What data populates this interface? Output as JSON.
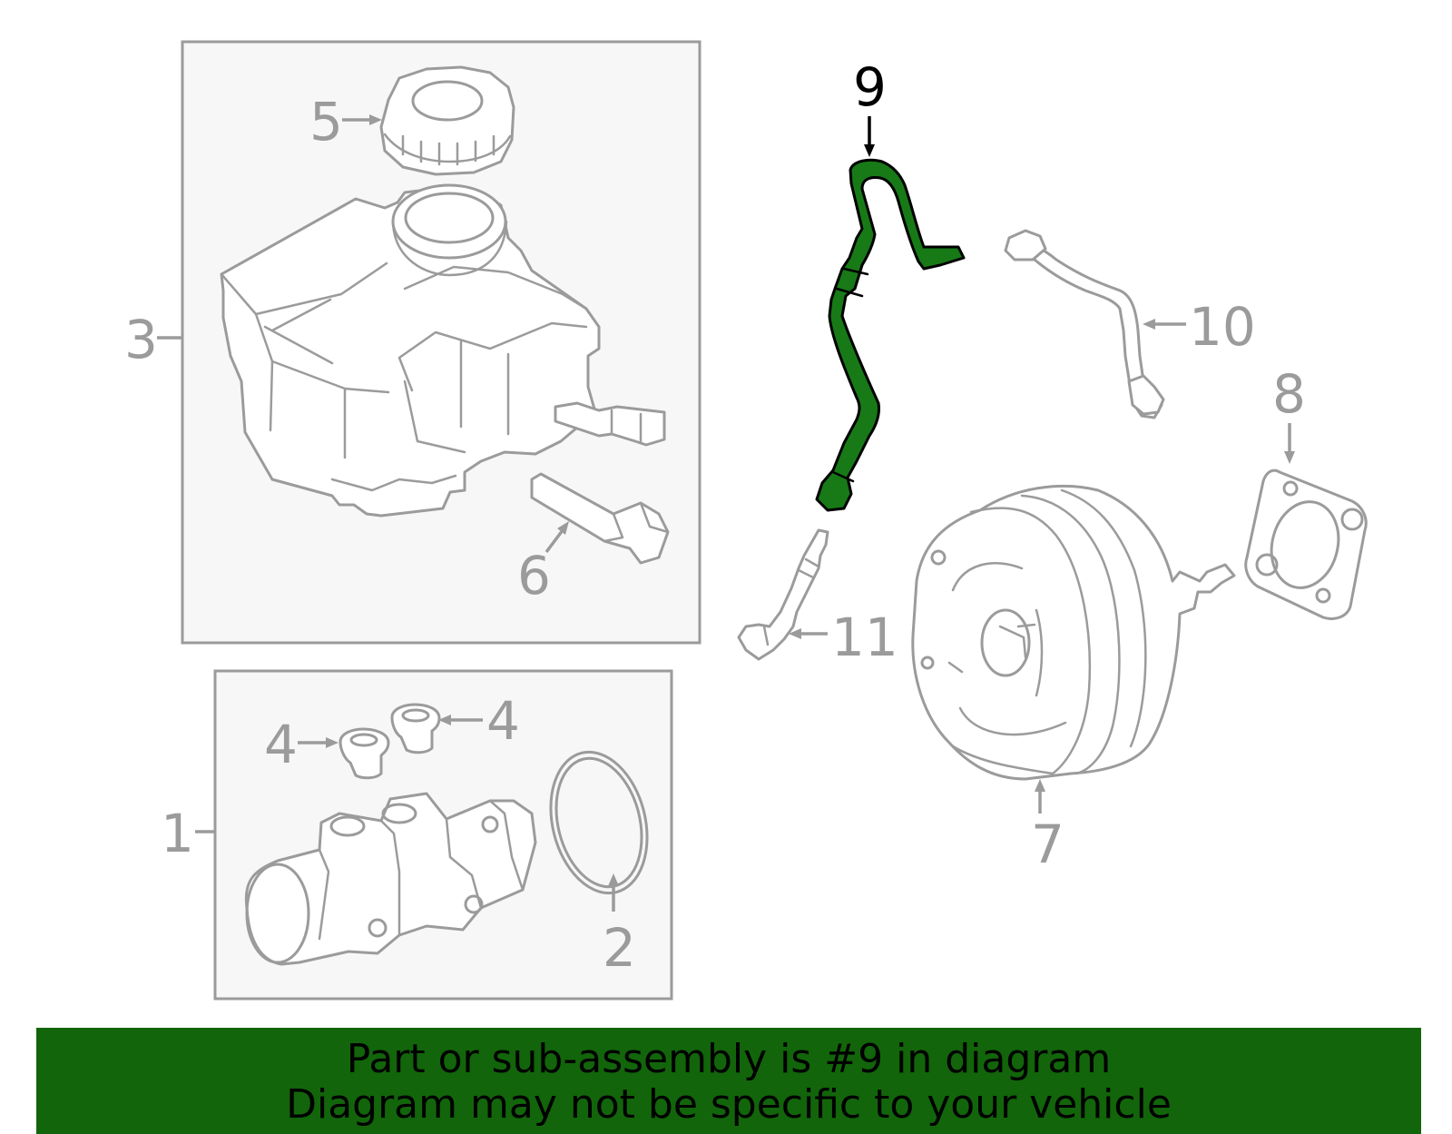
{
  "callouts": {
    "c1": "1",
    "c2": "2",
    "c3": "3",
    "c4a": "4",
    "c4b": "4",
    "c5": "5",
    "c6": "6",
    "c7": "7",
    "c8": "8",
    "c9": "9",
    "c10": "10",
    "c11": "11"
  },
  "highlighted_part": "9",
  "colors": {
    "highlight_fill": "#177a17",
    "banner_background": "#12650a",
    "line_art": "#9b9b9b",
    "panel_fill": "#f7f7f7"
  },
  "banner": {
    "line1": "Part or sub-assembly is #9 in diagram",
    "line2": "Diagram may not be specific to your vehicle"
  }
}
